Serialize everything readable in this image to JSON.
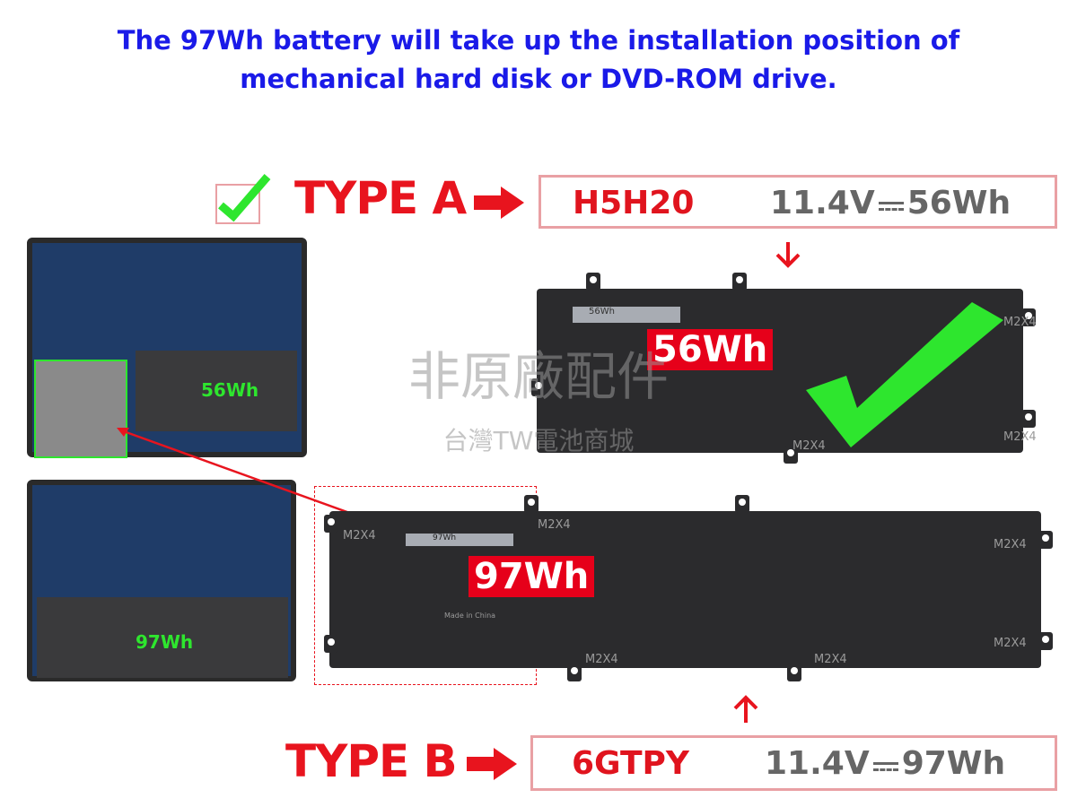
{
  "title": {
    "line1": "The 97Wh battery will take up the installation position of",
    "line2": "mechanical hard disk or DVD-ROM drive."
  },
  "type_a": {
    "label": "TYPE A",
    "code": "H5H20",
    "voltage": "11.4V",
    "capacity": "56Wh",
    "status_icon": "check-icon"
  },
  "type_b": {
    "label": "TYPE B",
    "code": "6GTPY",
    "voltage": "11.4V",
    "capacity": "97Wh"
  },
  "battery_a": {
    "callout": "56Wh",
    "label_text": "56Wh",
    "screw": "M2X4"
  },
  "battery_b": {
    "callout": "97Wh",
    "label_text": "97Wh",
    "screw": "M2X4",
    "made_in": "Made in China"
  },
  "laptop_a": {
    "label": "56Wh"
  },
  "laptop_b": {
    "label": "97Wh"
  },
  "watermark": {
    "line1": "非原廠配件",
    "line2": "台灣TW電池商城"
  },
  "colors": {
    "title": "#1a1ae8",
    "red": "#e8141e",
    "green": "#2ee62e",
    "border": "#e9a0a4"
  }
}
